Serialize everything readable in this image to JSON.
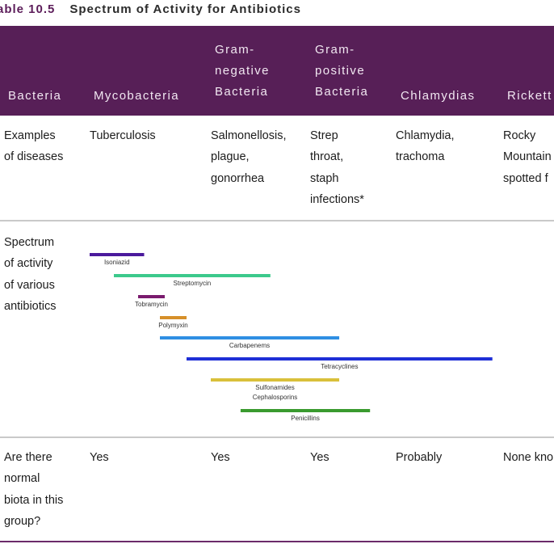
{
  "title": {
    "number": "able 10.5",
    "text": "Spectrum of Activity for Antibiotics"
  },
  "header": {
    "col0": "Bacteria",
    "col1": "Mycobacteria",
    "col2": "Gram-\nnegative\nBacteria",
    "col3": "Gram-\npositive\nBacteria",
    "col4": "Chlamydias",
    "col5": "Rickett"
  },
  "rows": {
    "examples": {
      "label": "Examples\nof diseases",
      "c1": "Tuberculosis",
      "c2": "Salmonellosis,\nplague,\ngonorrhea",
      "c3": "Strep\nthroat,\nstaph\ninfections*",
      "c4": "Chlamydia,\ntrachoma",
      "c5": "Rocky\nMountain\nspotted f"
    },
    "spectrum": {
      "label": "Spectrum\nof activity\nof various\nantibiotics"
    },
    "biota": {
      "label": "Are there\nnormal\nbiota in this\ngroup?",
      "c1": "Yes",
      "c2": "Yes",
      "c3": "Yes",
      "c4": "Probably",
      "c5": "None kno"
    }
  },
  "chart_data": {
    "type": "range-bar",
    "x_categories": [
      "Mycobacteria",
      "Gram-negative Bacteria",
      "Gram-positive Bacteria",
      "Chlamydias",
      "Rickettsias"
    ],
    "bars": [
      {
        "name": "Isoniazid",
        "color": "#4b1a9c",
        "start": 0.0,
        "end": 0.45
      },
      {
        "name": "Streptomycin",
        "color": "#3cc98c",
        "start": 0.2,
        "end": 1.6
      },
      {
        "name": "Tobramycin",
        "color": "#7a1a6e",
        "start": 0.4,
        "end": 0.62
      },
      {
        "name": "Polymyxin",
        "color": "#d6902a",
        "start": 0.58,
        "end": 0.8
      },
      {
        "name": "Carbapenems",
        "color": "#2f8fe3",
        "start": 0.58,
        "end": 2.34
      },
      {
        "name": "Tetracyclines",
        "color": "#1f2fd6",
        "start": 0.8,
        "end": 3.9
      },
      {
        "name": "Sulfonamides",
        "color": "#d9c03a",
        "start": 1.0,
        "end": 2.34
      },
      {
        "name": "Cephalosporins",
        "color": "#d9c03a",
        "start": 1.0,
        "end": 2.34
      },
      {
        "name": "Penicillins",
        "color": "#3a9a2f",
        "start": 1.3,
        "end": 2.7
      }
    ]
  }
}
